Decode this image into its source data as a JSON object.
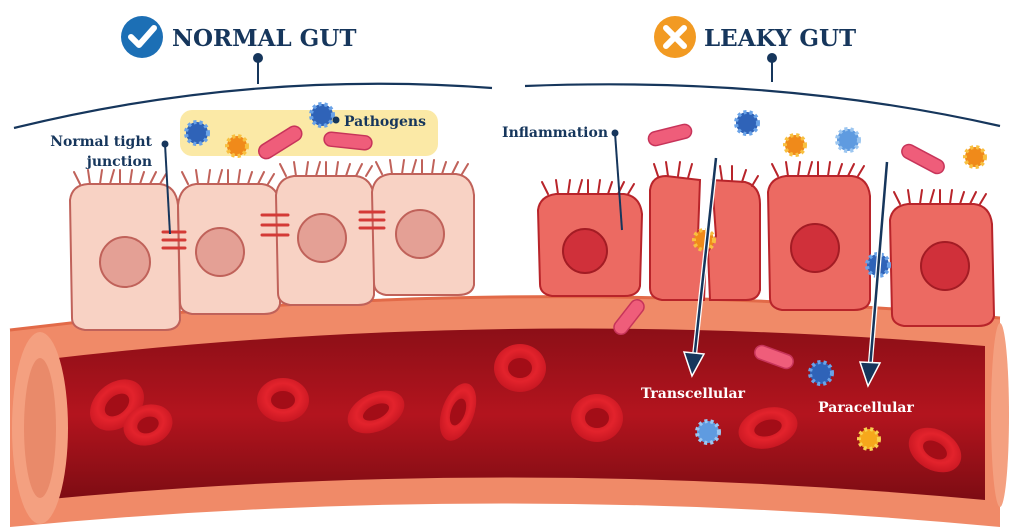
{
  "headers": {
    "normal": {
      "title": "NORMAL GUT",
      "icon": "checkmark-icon",
      "color": "#1c6fb5"
    },
    "leaky": {
      "title": "LEAKY GUT",
      "icon": "x-icon",
      "color": "#f29a22"
    }
  },
  "labels": {
    "normal_tight_junction_line1": "Normal tight",
    "normal_tight_junction_line2": "junction",
    "pathogens": "Pathogens",
    "inflammation": "Inflammation",
    "transcellular": "Transcellular",
    "paracellular": "Paracellular"
  },
  "colors": {
    "text": "#16365c",
    "blood": "#a8141f",
    "vessel_wall": "#f08a68",
    "healthy_cell": "#f8d2c4",
    "inflamed_cell": "#e95a55",
    "pathogen_highlight": "#fbe9a6"
  }
}
